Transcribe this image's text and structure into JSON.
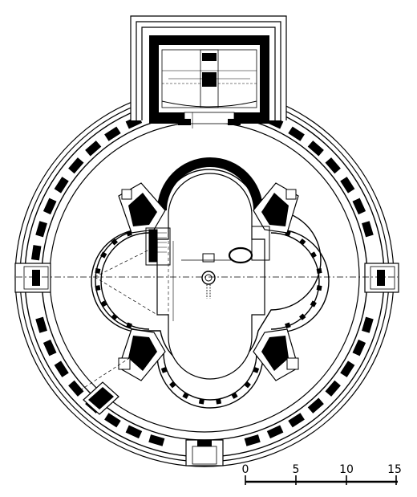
{
  "scale_bar": {
    "ticks": [
      "0",
      "5",
      "10",
      "15"
    ],
    "unit": ""
  },
  "colors": {
    "ink": "#000000",
    "paper": "#ffffff",
    "hatch": "#888888"
  }
}
